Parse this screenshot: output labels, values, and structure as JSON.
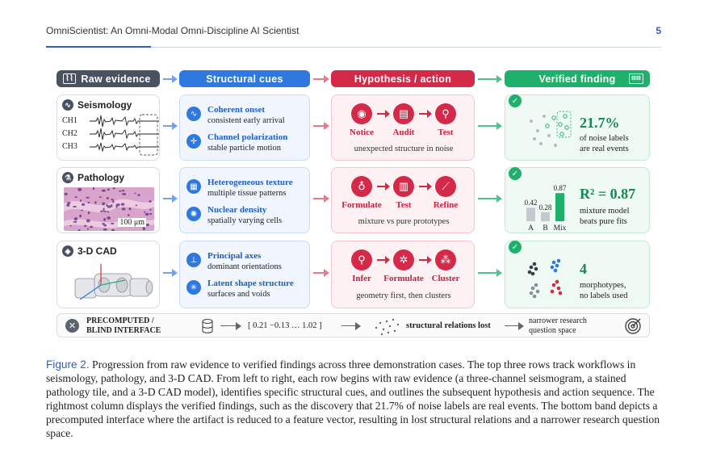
{
  "header": {
    "title": "OmniScientist: An Omni-Modal Omni-Discipline AI Scientist",
    "page": "5"
  },
  "columns": {
    "raw": "Raw evidence",
    "structural": "Structural cues",
    "hypothesis": "Hypothesis / action",
    "verified": "Verified finding"
  },
  "rows": [
    {
      "raw_title": "Seismology",
      "channels": [
        "CH1",
        "CH2",
        "CH3"
      ],
      "cues": [
        {
          "title": "Coherent onset",
          "sub": "consistent early arrival"
        },
        {
          "title": "Channel polarization",
          "sub": "stable particle motion"
        }
      ],
      "steps": [
        "Notice",
        "Audit",
        "Test"
      ],
      "step_caption": "unexpected structure in noise",
      "finding_big": "21.7%",
      "finding_small": [
        "of noise labels",
        "are real events"
      ]
    },
    {
      "raw_title": "Pathology",
      "scale": "100 μm",
      "cues": [
        {
          "title": "Heterogeneous texture",
          "sub": "multiple tissue patterns"
        },
        {
          "title": "Nuclear density",
          "sub": "spatially varying cells"
        }
      ],
      "steps": [
        "Formulate",
        "Test",
        "Refine"
      ],
      "step_caption": "mixture vs pure prototypes",
      "finding_big": "R² = 0.87",
      "finding_small": [
        "mixture model",
        "beats pure fits"
      ]
    },
    {
      "raw_title": "3-D CAD",
      "cues": [
        {
          "title": "Principal axes",
          "sub": "dominant orientations"
        },
        {
          "title": "Latent shape structure",
          "sub": "surfaces and voids"
        }
      ],
      "steps": [
        "Infer",
        "Formulate",
        "Cluster"
      ],
      "step_caption": "geometry first, then clusters",
      "finding_big": "4",
      "finding_small": [
        "morphotypes,",
        "no labels used"
      ]
    }
  ],
  "chart_data": {
    "type": "bar",
    "categories": [
      "A",
      "B",
      "Mix"
    ],
    "values": [
      0.42,
      0.28,
      0.87
    ],
    "labels": [
      "0.42",
      "0.28",
      "0.87"
    ],
    "colors": [
      "#c4c8cf",
      "#c4c8cf",
      "#1fb06b"
    ],
    "ylim": [
      0,
      1
    ]
  },
  "bottom": {
    "label_line1": "PRECOMPUTED /",
    "label_line2": "BLIND INTERFACE",
    "vector": "[ 0.21   −0.13   …   1.02 ]",
    "lost": "structural relations lost",
    "narrow_line1": "narrower research",
    "narrow_line2": "question space"
  },
  "caption": {
    "label": "Figure 2.",
    "text": " Progression from raw evidence to verified findings across three demonstration cases. The top three rows track workflows in seismology, pathology, and 3-D CAD. From left to right, each row begins with raw evidence (a three-channel seismogram, a stained pathology tile, and a 3-D CAD model), identifies specific structural cues, and outlines the subsequent hypothesis and action sequence. The rightmost column displays the verified findings, such as the discovery that 21.7% of noise labels are real events. The bottom band depicts a precomputed interface where the artifact is reduced to a feature vector, resulting in lost structural relations and a narrower research question space."
  }
}
